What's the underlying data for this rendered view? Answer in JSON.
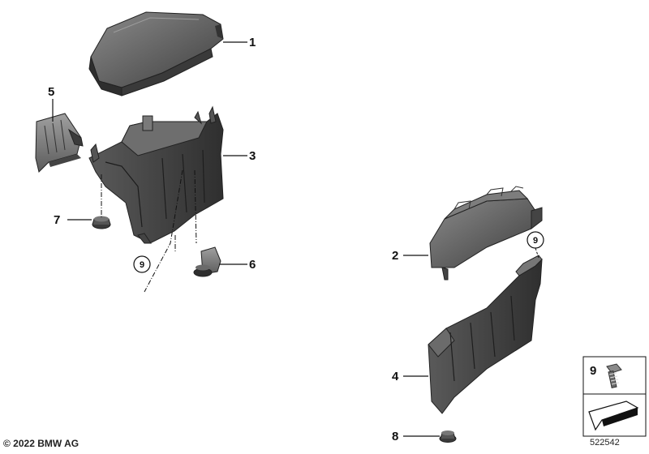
{
  "callouts": [
    {
      "id": "c1",
      "label": "1"
    },
    {
      "id": "c2",
      "label": "2"
    },
    {
      "id": "c3",
      "label": "3"
    },
    {
      "id": "c4",
      "label": "4"
    },
    {
      "id": "c5",
      "label": "5"
    },
    {
      "id": "c6",
      "label": "6"
    },
    {
      "id": "c7",
      "label": "7"
    },
    {
      "id": "c8",
      "label": "8"
    }
  ],
  "circled_refs": [
    "9",
    "9"
  ],
  "legend_box": {
    "number": "9"
  },
  "footer": {
    "copyright": "© 2022 BMW AG",
    "diagram_id": "522542"
  }
}
